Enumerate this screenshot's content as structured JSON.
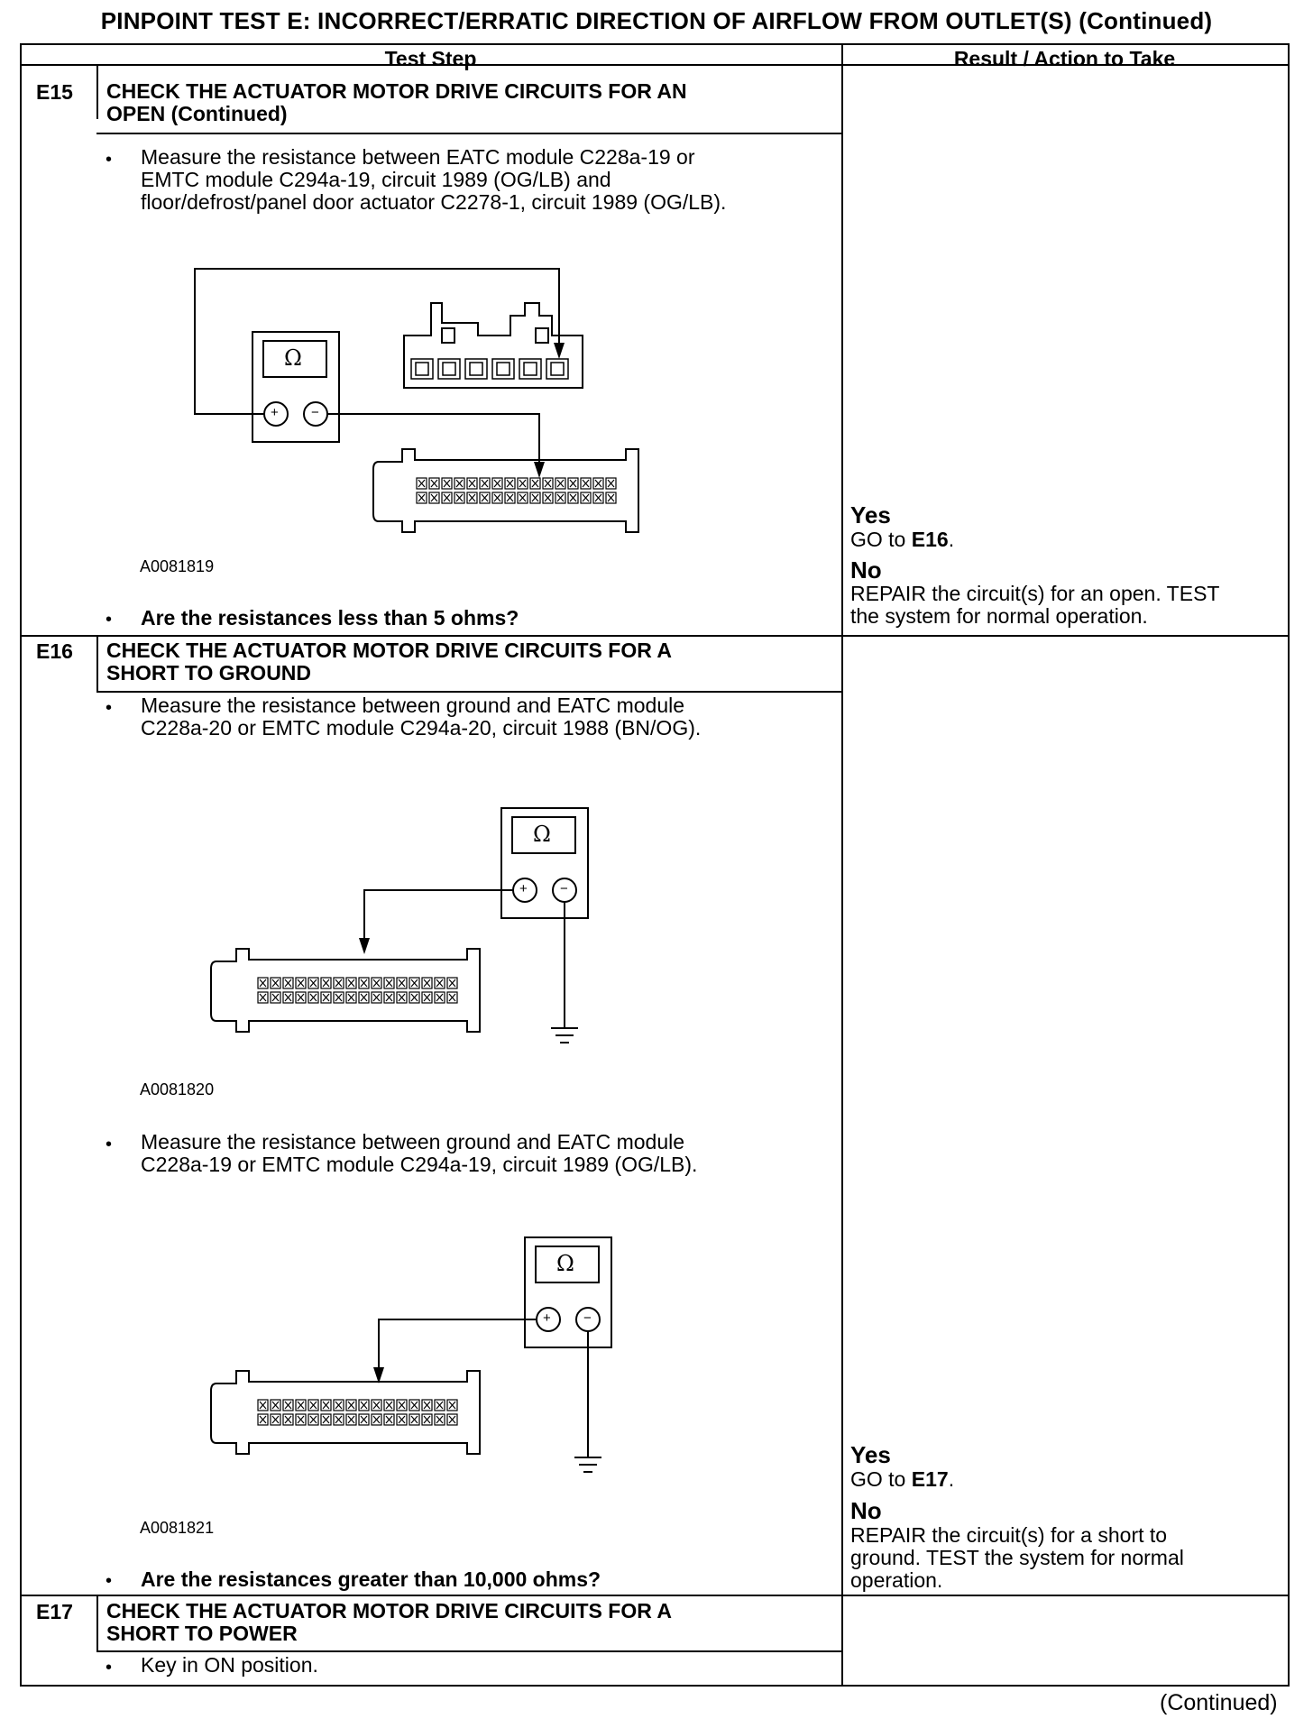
{
  "title": "PINPOINT TEST E: INCORRECT/ERRATIC DIRECTION OF AIRFLOW FROM OUTLET(S) (Continued)",
  "columns": {
    "test_step": "Test Step",
    "result": "Result / Action to Take"
  },
  "e15": {
    "id": "E15",
    "title_line1": "CHECK THE ACTUATOR MOTOR DRIVE CIRCUITS FOR AN",
    "title_line2": "OPEN (Continued)",
    "instruction_line1": "Measure the resistance between EATC module C228a-19 or",
    "instruction_line2": "EMTC module C294a-19, circuit 1989 (OG/LB) and",
    "instruction_line3": "floor/defrost/panel door actuator C2278-1, circuit  1989 (OG/LB).",
    "figure_id": "A0081819",
    "meter_symbol": "Ω",
    "plus": "+",
    "minus": "−",
    "question": "Are the resistances less than 5 ohms?",
    "yes_label": "Yes",
    "yes_action_prefix": "GO to ",
    "yes_target": "E16",
    "yes_suffix": ".",
    "no_label": "No",
    "no_line1": "REPAIR the circuit(s) for an open. TEST",
    "no_line2": "the system for normal operation."
  },
  "e16": {
    "id": "E16",
    "title_line1": "CHECK THE ACTUATOR MOTOR DRIVE CIRCUITS FOR A",
    "title_line2": "SHORT TO GROUND",
    "instruction1_line1": "Measure the resistance between ground and EATC module",
    "instruction1_line2": "C228a-20 or EMTC module C294a-20, circuit 1988 (BN/OG).",
    "figure1_id": "A0081820",
    "instruction2_line1": "Measure the resistance between ground and EATC module",
    "instruction2_line2": "C228a-19 or EMTC module C294a-19, circuit 1989 (OG/LB).",
    "figure2_id": "A0081821",
    "meter_symbol": "Ω",
    "question": "Are the resistances greater than 10,000 ohms?",
    "yes_label": "Yes",
    "yes_action_prefix": "GO to ",
    "yes_target": "E17",
    "yes_suffix": ".",
    "no_label": "No",
    "no_line1": "REPAIR the circuit(s) for a short to",
    "no_line2": "ground. TEST the system for normal",
    "no_line3": "operation."
  },
  "e17": {
    "id": "E17",
    "title_line1": "CHECK THE ACTUATOR MOTOR DRIVE CIRCUITS FOR A",
    "title_line2": "SHORT TO POWER",
    "instruction_line1": "Key in ON position."
  },
  "bullet_char": "•",
  "footer": "(Continued)"
}
